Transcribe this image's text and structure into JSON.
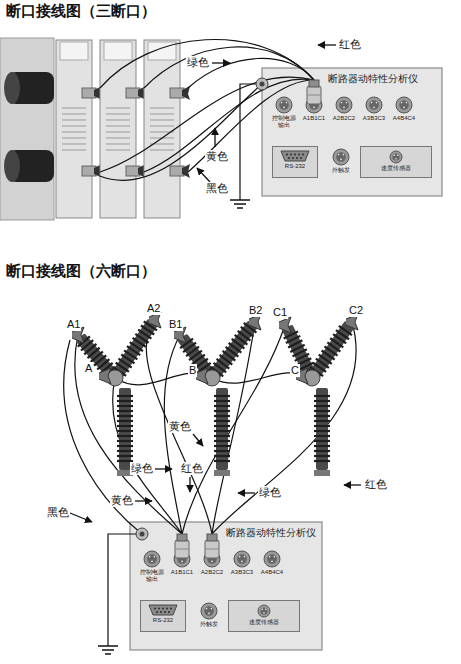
{
  "diagram": {
    "title": "断口接线图（三断口）",
    "nodes": [
      {
        "text": [
          "断路器动特性分析仪"
        ]
      },
      {
        "text": [
          "控制电源 输出"
        ],
        "in": 0
      },
      {
        "text": [
          "A1B1C1"
        ],
        "in": 0
      },
      {
        "text": [
          "A2B2C2"
        ],
        "in": 0
      },
      {
        "text": [
          "A3B3C3"
        ],
        "in": 0
      },
      {
        "text": [
          "A4B4C4"
        ],
        "in": 0
      },
      {
        "text": [
          "RS-232"
        ],
        "in": 0
      },
      {
        "text": [
          "外触发"
        ],
        "in": 0
      },
      {
        "text": [
          "速度传感器"
        ],
        "in": 0
      },
      {
        "text": [
          "断路器动特性分析仪"
        ]
      },
      {
        "text": [
          "控制电源 输出"
        ],
        "in": 9
      },
      {
        "text": [
          "A1B1C1"
        ],
        "in": 9
      },
      {
        "text": [
          "A2B2C2"
        ],
        "in": 9
      },
      {
        "text": [
          "A3B3C3"
        ],
        "in": 9
      },
      {
        "text": [
          "A4B4C4"
        ],
        "in": 9
      },
      {
        "text": [
          "RS-232"
        ],
        "in": 9
      },
      {
        "text": [
          "外触发"
        ],
        "in": 9
      },
      {
        "text": [
          "速度传感器"
        ],
        "in": 9
      }
    ],
    "labels": [
      "绿色",
      "红色",
      "黄色",
      "黑色",
      "断口接线图（六断口）",
      "A1",
      "A2",
      "B1",
      "B2",
      "C1",
      "C2",
      "A",
      "B",
      "C",
      "黄色",
      "绿色",
      "红色",
      "绿色",
      "红色",
      "黄色",
      "黑色"
    ]
  }
}
